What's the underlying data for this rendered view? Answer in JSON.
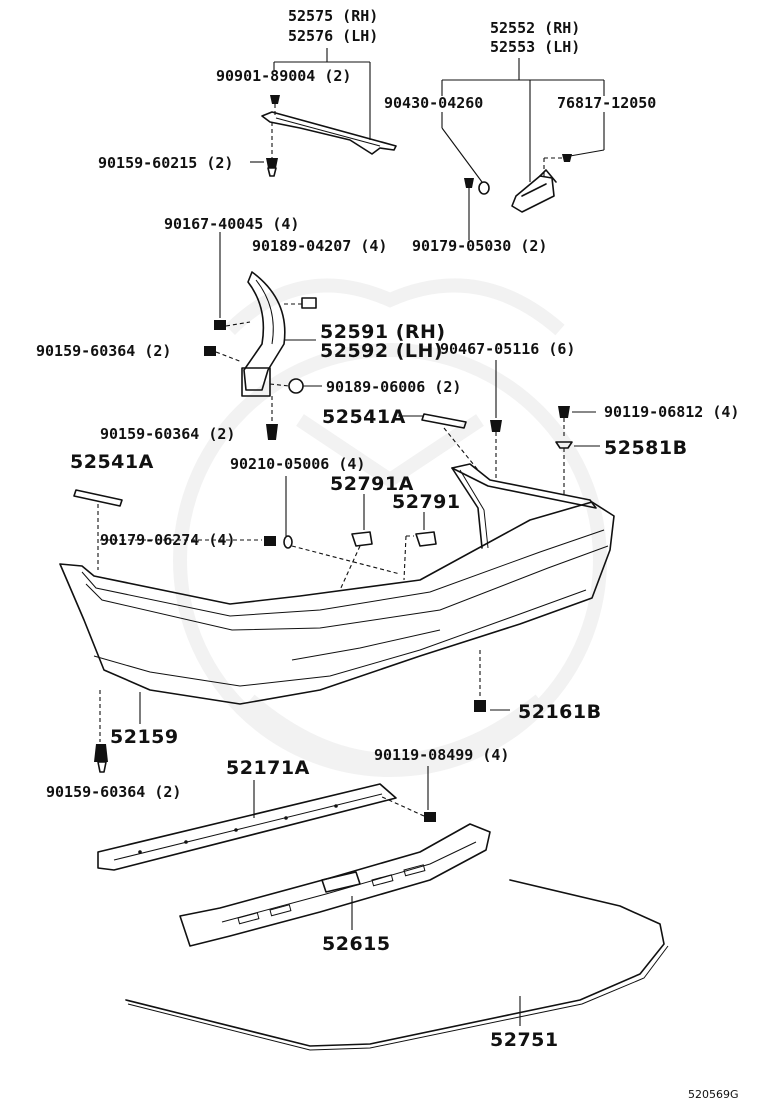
{
  "labels": {
    "p52575_52576": "52575 (RH)\n52576 (LH)",
    "p52575": "52575 (RH)",
    "p52576": "52576 (LH)",
    "p52552": "52552 (RH)",
    "p52553": "52553 (LH)",
    "p90901": "90901-89004 (2)",
    "p90430": "90430-04260",
    "p76817": "76817-12050",
    "p90159_60215": "90159-60215 (2)",
    "p90167": "90167-40045 (4)",
    "p90189_04207": "90189-04207 (4)",
    "p90179_05030": "90179-05030 (2)",
    "p52591": "52591 (RH)",
    "p52592": "52592 (LH)",
    "p90467": "90467-05116 (6)",
    "p90159_60364_a": "90159-60364 (2)",
    "p90189_06006": "90189-06006 (2)",
    "p52541A_top": "52541A",
    "p90119_06812": "90119-06812 (4)",
    "p90159_60364_b": "90159-60364 (2)",
    "p52581B": "52581B",
    "p52541A_left": "52541A",
    "p90210": "90210-05006 (4)",
    "p52791A": "52791A",
    "p52791": "52791",
    "p90179_06274": "90179-06274 (4)",
    "p52161B": "52161B",
    "p52159": "52159",
    "p90119_08499": "90119-08499 (4)",
    "p52171A": "52171A",
    "p90159_60364_c": "90159-60364 (2)",
    "p52615": "52615",
    "p52751": "52751",
    "figure_code": "520569G"
  }
}
